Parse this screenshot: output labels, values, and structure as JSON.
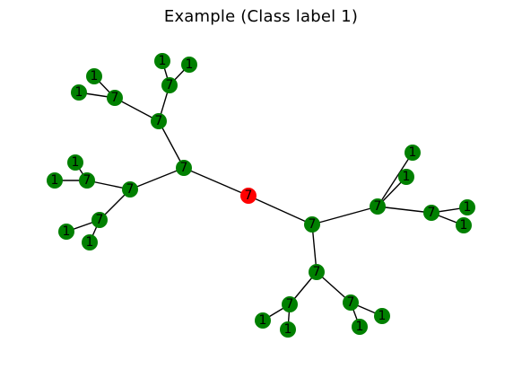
{
  "title": "Example (Class label 1)",
  "colors": {
    "root": "#ff0000",
    "node": "#008000",
    "edge": "#000000",
    "label": "#000000"
  },
  "graph": {
    "nodes": [
      {
        "id": "n0",
        "label": "7",
        "role": "root"
      },
      {
        "id": "n1",
        "label": "7",
        "role": "node"
      },
      {
        "id": "n2",
        "label": "7",
        "role": "node"
      },
      {
        "id": "n3",
        "label": "7",
        "role": "node"
      },
      {
        "id": "n4",
        "label": "7",
        "role": "node"
      },
      {
        "id": "n5",
        "label": "1",
        "role": "node"
      },
      {
        "id": "n6",
        "label": "1",
        "role": "node"
      },
      {
        "id": "n7",
        "label": "7",
        "role": "node"
      },
      {
        "id": "n8",
        "label": "1",
        "role": "node"
      },
      {
        "id": "n9",
        "label": "1",
        "role": "node"
      },
      {
        "id": "n10",
        "label": "7",
        "role": "node"
      },
      {
        "id": "n11",
        "label": "7",
        "role": "node"
      },
      {
        "id": "n12",
        "label": "1",
        "role": "node"
      },
      {
        "id": "n13",
        "label": "1",
        "role": "node"
      },
      {
        "id": "n14",
        "label": "7",
        "role": "node"
      },
      {
        "id": "n15",
        "label": "1",
        "role": "node"
      },
      {
        "id": "n16",
        "label": "1",
        "role": "node"
      },
      {
        "id": "n17",
        "label": "7",
        "role": "node"
      },
      {
        "id": "n18",
        "label": "7",
        "role": "node"
      },
      {
        "id": "n19",
        "label": "1",
        "role": "node"
      },
      {
        "id": "n20",
        "label": "1",
        "role": "node"
      },
      {
        "id": "n21",
        "label": "7",
        "role": "node"
      },
      {
        "id": "n22",
        "label": "1",
        "role": "node"
      },
      {
        "id": "n23",
        "label": "1",
        "role": "node"
      },
      {
        "id": "n24",
        "label": "7",
        "role": "node"
      },
      {
        "id": "n25",
        "label": "7",
        "role": "node"
      },
      {
        "id": "n26",
        "label": "1",
        "role": "node"
      },
      {
        "id": "n27",
        "label": "1",
        "role": "node"
      },
      {
        "id": "n28",
        "label": "7",
        "role": "node"
      },
      {
        "id": "n29",
        "label": "1",
        "role": "node"
      },
      {
        "id": "n30",
        "label": "1",
        "role": "node"
      }
    ],
    "edges": [
      [
        "n0",
        "n1"
      ],
      [
        "n1",
        "n2"
      ],
      [
        "n2",
        "n3"
      ],
      [
        "n2",
        "n4"
      ],
      [
        "n3",
        "n5"
      ],
      [
        "n3",
        "n6"
      ],
      [
        "n4",
        "n7"
      ],
      [
        "n7",
        "n8"
      ],
      [
        "n7",
        "n9"
      ],
      [
        "n1",
        "n10"
      ],
      [
        "n10",
        "n11"
      ],
      [
        "n11",
        "n12"
      ],
      [
        "n11",
        "n13"
      ],
      [
        "n10",
        "n14"
      ],
      [
        "n14",
        "n15"
      ],
      [
        "n14",
        "n16"
      ],
      [
        "n0",
        "n17"
      ],
      [
        "n17",
        "n18"
      ],
      [
        "n18",
        "n21"
      ],
      [
        "n21",
        "n22"
      ],
      [
        "n21",
        "n23"
      ],
      [
        "n18",
        "n24"
      ],
      [
        "n24",
        "n19"
      ],
      [
        "n24",
        "n20"
      ],
      [
        "n17",
        "n25"
      ],
      [
        "n25",
        "n26"
      ],
      [
        "n25",
        "n27"
      ],
      [
        "n25",
        "n28"
      ],
      [
        "n28",
        "n29"
      ],
      [
        "n28",
        "n30"
      ]
    ]
  }
}
